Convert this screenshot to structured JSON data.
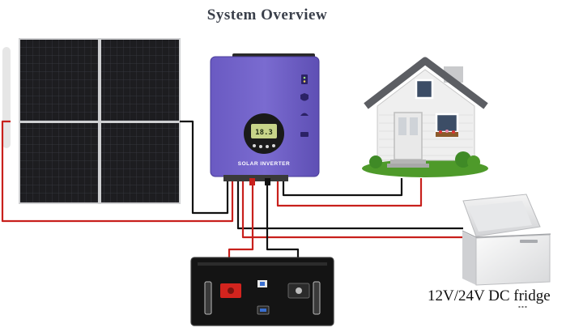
{
  "diagram": {
    "title": "System Overview",
    "inverter": {
      "label": "SOLAR INVERTER",
      "lcd_reading": "18.3"
    },
    "fridge": {
      "label": "12V/24V DC fridge"
    },
    "wire_colors": {
      "positive": "#c8201c",
      "negative": "#111111"
    },
    "colors": {
      "inverter_body": "#7262c7",
      "panel_cells": "#1c1c1e",
      "house_roof": "#5c5e63",
      "lawn": "#4e9a2a"
    }
  }
}
